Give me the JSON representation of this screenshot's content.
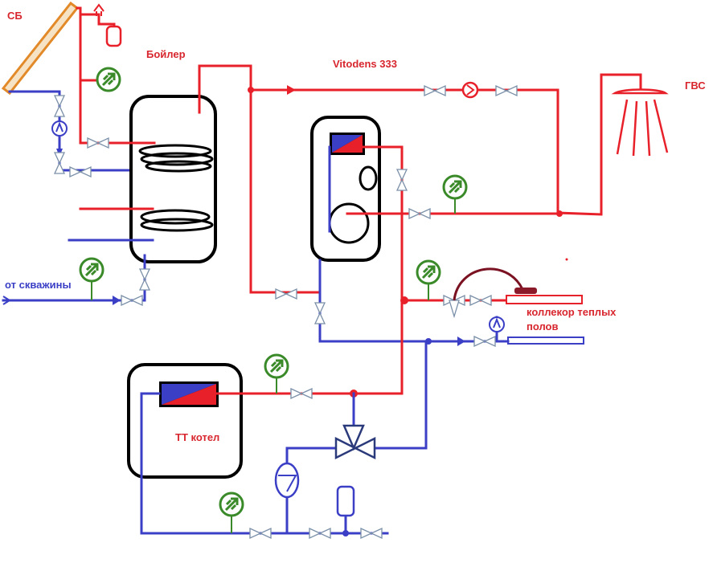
{
  "labels": {
    "solar": "СБ",
    "boiler": "Бойлер",
    "vitodens": "Vitodens 333",
    "hot_water": "ГВС",
    "well": "от скважины",
    "floor_line1": "коллекор теплых",
    "floor_line2": "полов",
    "tt_boiler": "ТТ котел"
  },
  "colors": {
    "hot": "#e8202a",
    "cold": "#3b3fc6",
    "gauge": "#3a8a2a",
    "label_red": "#d8262e",
    "label_blue": "#3b3fc6",
    "outline": "#000000"
  },
  "icons": [
    "solar-panel-icon",
    "shower-icon",
    "pressure-gauge-icon",
    "circulation-pump-icon",
    "shutoff-valve-icon",
    "check-valve-icon",
    "three-way-valve-icon",
    "expansion-tank-icon",
    "heat-exchanger-icon",
    "coil-icon",
    "air-vent-icon"
  ]
}
